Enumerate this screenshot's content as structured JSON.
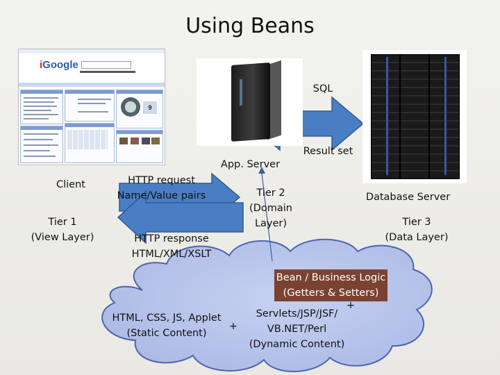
{
  "title": "Using Beans",
  "labels": {
    "sql": "SQL",
    "result_set": "Result set",
    "app_server": "App. Server",
    "client": "Client",
    "tier1": [
      "Tier 1",
      "(View Layer)"
    ],
    "http_request": [
      "HTTP request",
      "Name/Value pairs"
    ],
    "tier2": [
      "Tier 2",
      "(Domain",
      "Layer)"
    ],
    "database_server": "Database Server",
    "tier3": [
      "Tier 3",
      "(Data Layer)"
    ],
    "http_response": [
      "HTTP response",
      "HTML/XML/XSLT"
    ],
    "bean": [
      "Bean / Business Logic",
      "(Getters & Setters)"
    ],
    "static": [
      "HTML, CSS, JS, Applet",
      "(Static Content)"
    ],
    "dynamic": [
      "Servlets/JSP/JSF/",
      "VB.NET/Perl",
      "(Dynamic Content)"
    ],
    "plus": "+"
  },
  "colors": {
    "arrow_fill": "#4a7ec4",
    "arrow_stroke": "#2f5a94",
    "cloud_fill": "#b7c4ea",
    "cloud_stroke": "#4d64b0",
    "bean_box": "#7a4230",
    "bean_text": "#ffffff"
  },
  "images": {
    "client_screenshot": "igoogle-page",
    "app_server": "tower-server-icon",
    "database": "rack-server-icon"
  },
  "igoogle_logo": [
    "i",
    "Google"
  ],
  "calendar_day": "9"
}
